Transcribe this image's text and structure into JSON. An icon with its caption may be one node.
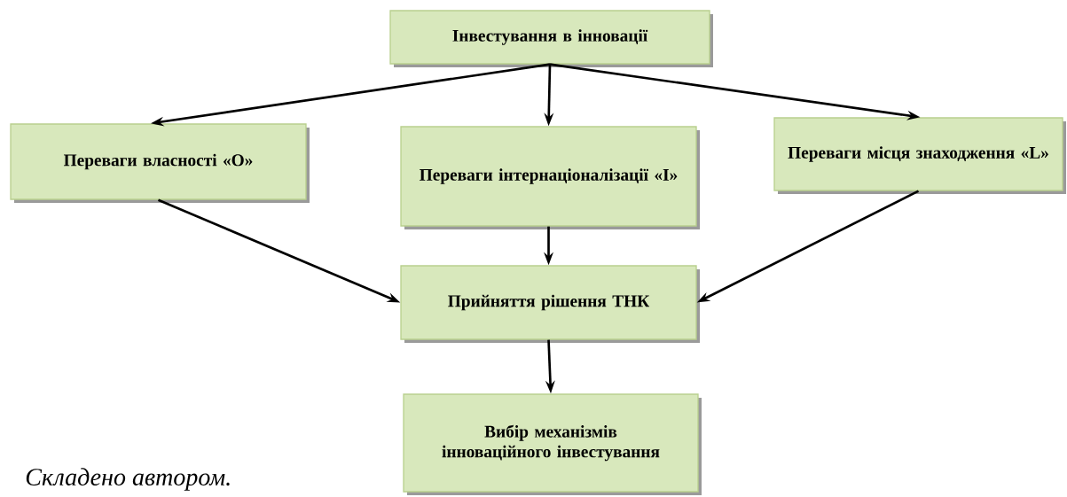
{
  "diagram": {
    "caption": "Складено автором.",
    "nodes": [
      {
        "text": [
          "Інвестування в інновації"
        ]
      },
      {
        "text": [
          "Переваги власності «О»"
        ]
      },
      {
        "text": [
          "Переваги інтернаціоналізації «I»"
        ]
      },
      {
        "text": [
          "Переваги місця знаходження «L»"
        ]
      },
      {
        "text": [
          "Прийняття рішення ТНК"
        ]
      },
      {
        "text": [
          "Вибір механізмів інноваційного інвестування"
        ]
      }
    ],
    "edges": [
      {
        "from": 0,
        "to": 1,
        "arrow": "to"
      },
      {
        "from": 0,
        "to": 2,
        "arrow": "to"
      },
      {
        "from": 0,
        "to": 3,
        "arrow": "to"
      },
      {
        "from": 1,
        "to": 4,
        "arrow": "to"
      },
      {
        "from": 2,
        "to": 4,
        "arrow": "to"
      },
      {
        "from": 3,
        "to": 4,
        "arrow": "to"
      },
      {
        "from": 4,
        "to": 5,
        "arrow": "to"
      }
    ]
  }
}
